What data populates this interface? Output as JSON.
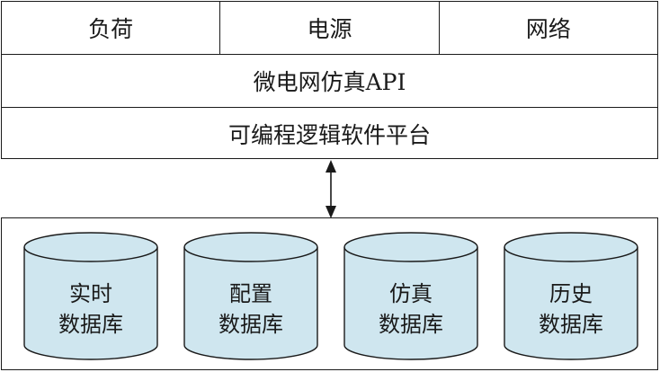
{
  "layers": {
    "top_row": [
      "负荷",
      "电源",
      "网络"
    ],
    "api": "微电网仿真API",
    "platform": "可编程逻辑软件平台"
  },
  "databases": [
    {
      "line1": "实时",
      "line2": "数据库"
    },
    {
      "line1": "配置",
      "line2": "数据库"
    },
    {
      "line1": "仿真",
      "line2": "数据库"
    },
    {
      "line1": "历史",
      "line2": "数据库"
    }
  ],
  "colors": {
    "cylinder_fill": "#cfe6ef",
    "stroke": "#1a1a1a"
  }
}
